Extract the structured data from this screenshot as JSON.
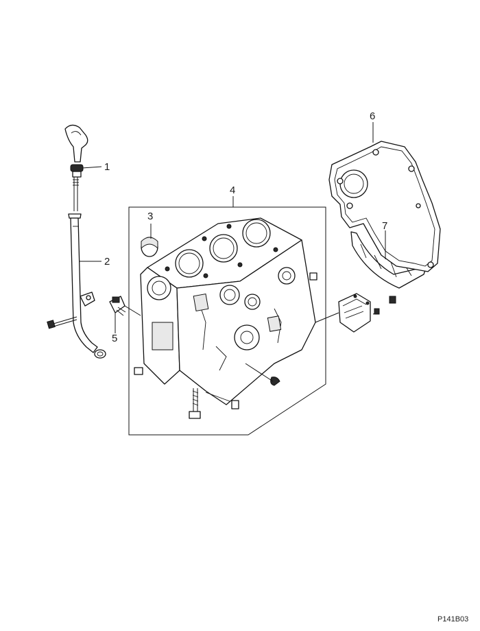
{
  "parts": [
    {
      "number": "1",
      "name_icon": "dipstick-icon"
    },
    {
      "number": "2",
      "name_icon": "dipstick-guide-tube-icon"
    },
    {
      "number": "3",
      "name_icon": "cylinder-block-plug-icon"
    },
    {
      "number": "4",
      "name_icon": "cylinder-block-icon"
    },
    {
      "number": "5",
      "name_icon": "oil-pressure-switch-icon"
    },
    {
      "number": "6",
      "name_icon": "rear-plate-gasket-icon"
    },
    {
      "number": "7",
      "name_icon": "rear-oil-seal-housing-gasket-icon"
    }
  ],
  "diagram_code": "P141B03",
  "colors": {
    "line": "#111111",
    "background": "#ffffff"
  }
}
